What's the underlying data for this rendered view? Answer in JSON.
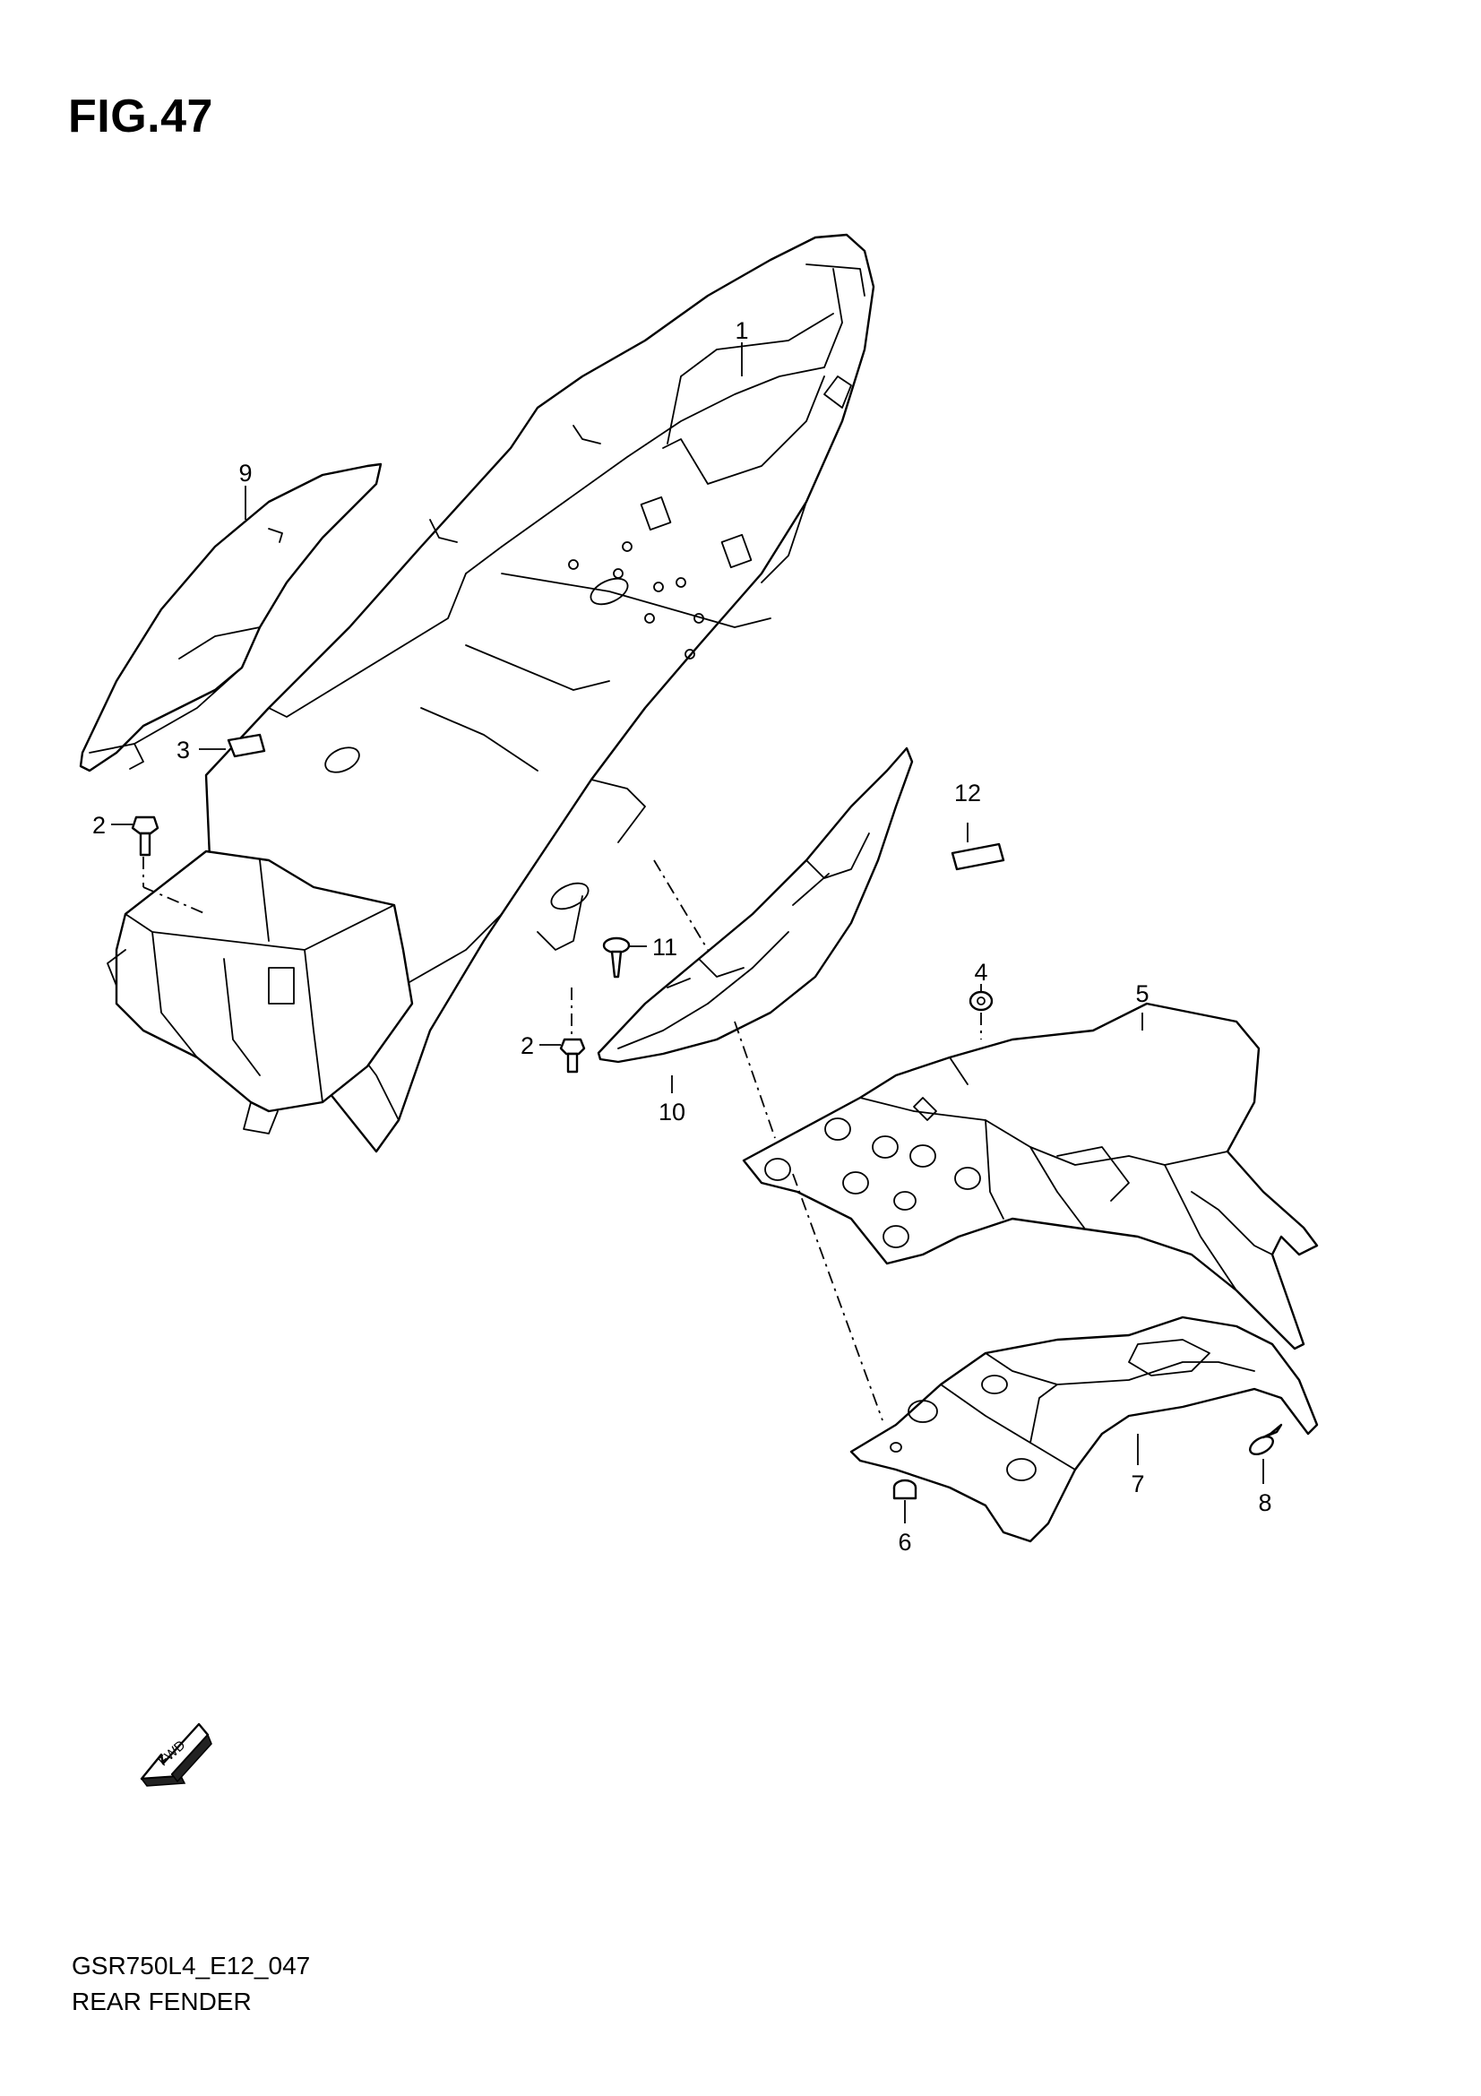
{
  "figure": {
    "title": "FIG.47",
    "model_code": "GSR750L4_E12_047",
    "name": "REAR FENDER"
  },
  "direction_marker": {
    "label": "FWD",
    "icon": "fwd-arrow-icon"
  },
  "callouts": {
    "c1": "1",
    "c2a": "2",
    "c2b": "2",
    "c3": "3",
    "c4": "4",
    "c5": "5",
    "c6": "6",
    "c7": "7",
    "c8": "8",
    "c9": "9",
    "c10": "10",
    "c11": "11",
    "c12": "12"
  },
  "colors": {
    "line": "#000000",
    "background": "#ffffff"
  }
}
